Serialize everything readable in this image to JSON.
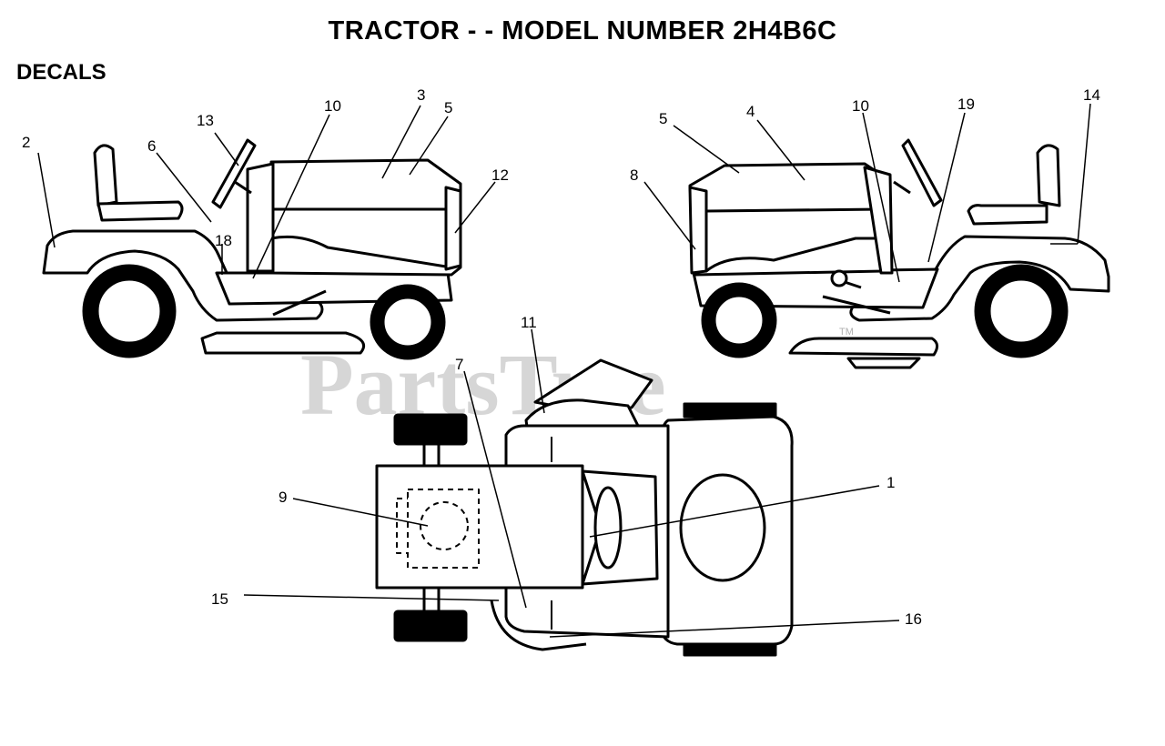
{
  "title": "TRACTOR - - MODEL NUMBER 2H4B6C",
  "section": "DECALS",
  "watermark": {
    "text": "PartsTree",
    "tm": "TM"
  },
  "callouts": {
    "n1": "1",
    "n2": "2",
    "n3": "3",
    "n4": "4",
    "n5": "5",
    "n6": "6",
    "n7": "7",
    "n8": "8",
    "n9": "9",
    "n10": "10",
    "n11": "11",
    "n12": "12",
    "n13": "13",
    "n14": "14",
    "n15": "15",
    "n16": "16",
    "n18": "18",
    "n19": "19"
  }
}
